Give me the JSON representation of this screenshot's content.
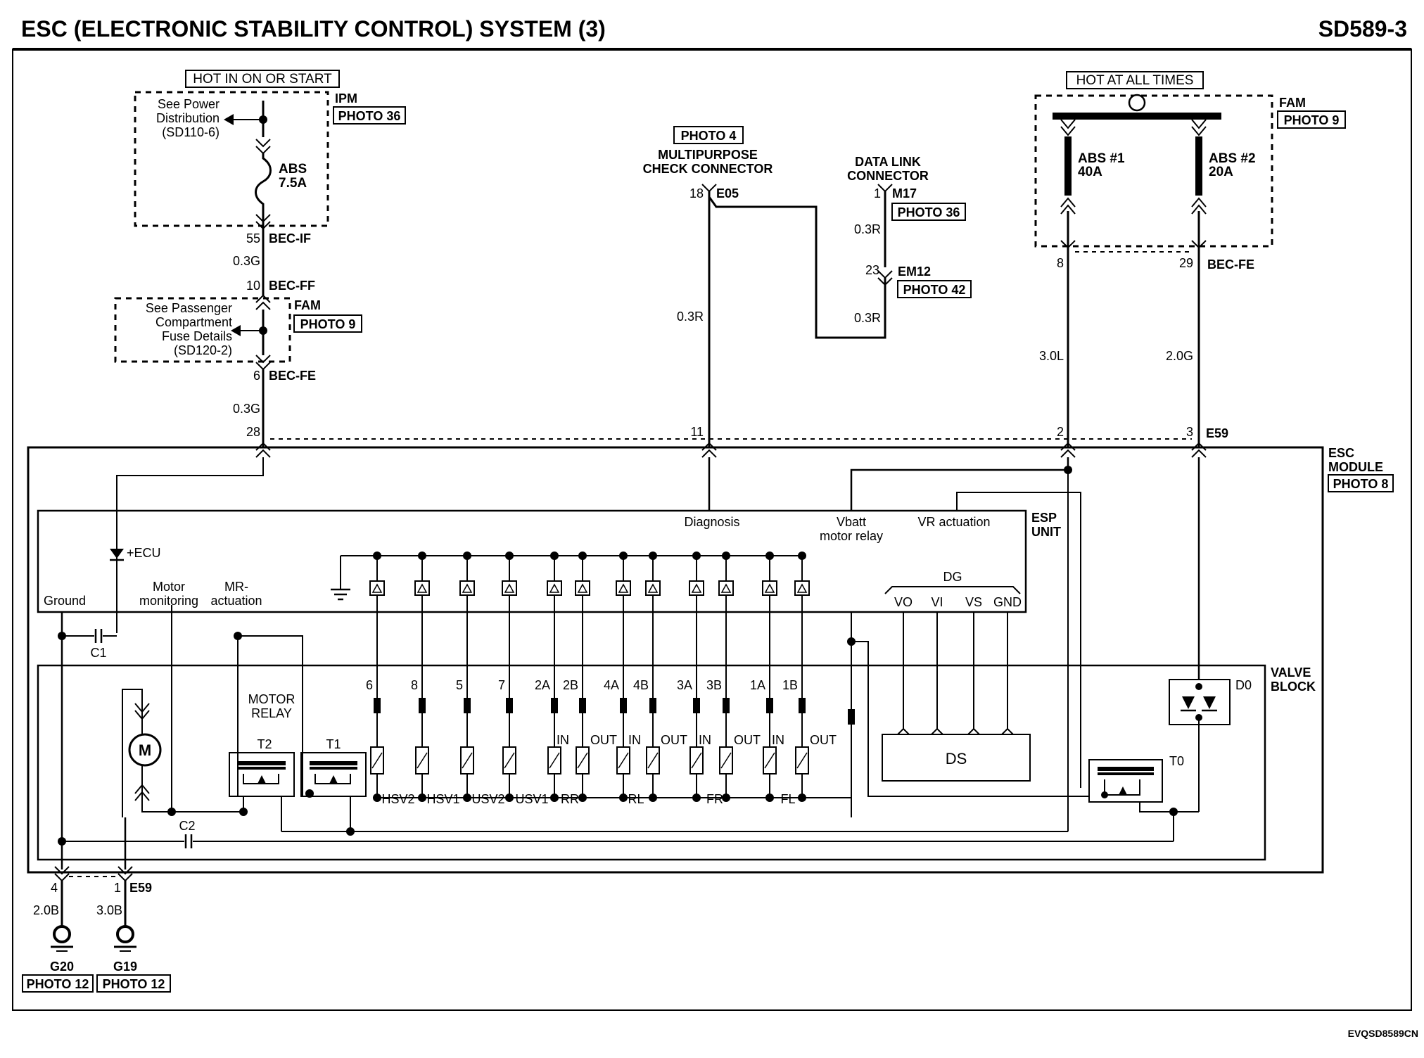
{
  "header": {
    "title": "ESC (ELECTRONIC STABILITY CONTROL) SYSTEM (3)",
    "code": "SD589-3"
  },
  "footer": {
    "ref": "EVQSD8589CN"
  },
  "left_supply": {
    "hot_label": "HOT IN ON OR START",
    "ipm": "IPM",
    "ipm_photo": "PHOTO 36",
    "see_power": [
      "See Power",
      "Distribution",
      "(SD110-6)"
    ],
    "fuse": [
      "ABS",
      "7.5A"
    ],
    "pin_top": "55",
    "conn_top": "BEC-IF",
    "wire1": "0.3G",
    "pin_mid": "10",
    "conn_mid": "BEC-FF",
    "fam": "FAM",
    "fam_photo": "PHOTO 9",
    "see_pass": [
      "See Passenger",
      "Compartment",
      "Fuse Details",
      "(SD120-2)"
    ],
    "pin_low": "6",
    "conn_low": "BEC-FE",
    "wire2": "0.3G",
    "pin_module": "28"
  },
  "center": {
    "photo4": "PHOTO 4",
    "multipurpose": [
      "MULTIPURPOSE",
      "CHECK CONNECTOR"
    ],
    "mp_pin": "18",
    "mp_conn": "E05",
    "mp_wire": "0.3R",
    "pin_module": "11",
    "dlc": [
      "DATA LINK",
      "CONNECTOR"
    ],
    "dlc_pin": "1",
    "dlc_conn": "M17",
    "dlc_photo": "PHOTO 36",
    "dlc_wire": "0.3R",
    "em_pin": "23",
    "em_conn": "EM12",
    "em_photo": "PHOTO 42",
    "em_wire": "0.3R"
  },
  "right_supply": {
    "hot_label": "HOT AT ALL TIMES",
    "fam": "FAM",
    "fam_photo": "PHOTO 9",
    "fuse1": [
      "ABS #1",
      "40A"
    ],
    "fuse2": [
      "ABS #2",
      "20A"
    ],
    "pin1": "8",
    "pin2": "29",
    "conn": "BEC-FE",
    "wire1": "3.0L",
    "wire2": "2.0G",
    "mod_pin1": "2",
    "mod_pin2": "3",
    "mod_conn": "E59"
  },
  "module": {
    "esc": [
      "ESC",
      "MODULE"
    ],
    "esc_photo": "PHOTO 8",
    "esp": [
      "ESP",
      "UNIT"
    ],
    "diagnosis": "Diagnosis",
    "vbatt": [
      "Vbatt",
      "motor relay"
    ],
    "vr": "VR actuation",
    "ecu": "+ECU",
    "ground": "Ground",
    "motor_mon": [
      "Motor",
      "monitoring"
    ],
    "mr_act": [
      "MR-",
      "actuation"
    ],
    "dg": "DG",
    "dg_pins": [
      "VO",
      "VI",
      "VS",
      "GND"
    ],
    "c1": "C1",
    "c2": "C2"
  },
  "valve": {
    "label": [
      "VALVE",
      "BLOCK"
    ],
    "motor_relay": [
      "MOTOR",
      "RELAY"
    ],
    "t2": "T2",
    "t1": "T1",
    "t0": "T0",
    "d0": "D0",
    "ds": "DS",
    "motor": "M",
    "pins": [
      "6",
      "8",
      "5",
      "7",
      "2A",
      "2B",
      "4A",
      "4B",
      "3A",
      "3B",
      "1A",
      "1B"
    ],
    "io": [
      "IN",
      "OUT",
      "IN",
      "OUT",
      "IN",
      "OUT",
      "IN",
      "OUT"
    ],
    "valves": [
      "HSV2",
      "HSV1",
      "USV2",
      "USV1",
      "RR",
      "RL",
      "FR",
      "FL"
    ]
  },
  "grounds": {
    "pin_a": "4",
    "pin_b": "1",
    "conn": "E59",
    "wire_a": "2.0B",
    "wire_b": "3.0B",
    "g_a": "G20",
    "g_b": "G19",
    "photo_a": "PHOTO 12",
    "photo_b": "PHOTO 12"
  }
}
